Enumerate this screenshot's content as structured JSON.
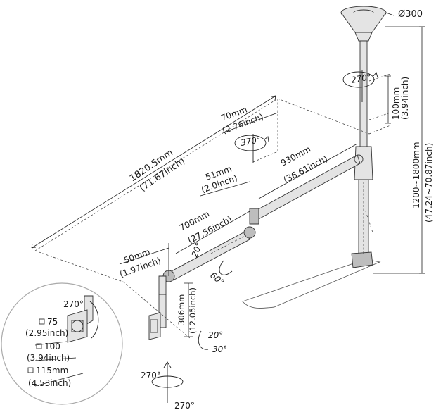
{
  "dimensions": {
    "base_diameter": "Ø300",
    "top_extension_mm": "100mm",
    "top_extension_inch": "(3.94inch)",
    "height_range_mm": "1200~1800mm",
    "height_range_inch": "(47.24~70.87inch)",
    "overall_length_mm": "1820.5mm",
    "overall_length_inch": "(71.67inch)",
    "offset_70_mm": "70mm",
    "offset_70_inch": "(2.76inch)",
    "offset_51_mm": "51mm",
    "offset_51_inch": "(2.0inch)",
    "arm_930_mm": "930mm",
    "arm_930_inch": "(36.61inch)",
    "arm_700_mm": "700mm",
    "arm_700_inch": "(27.56inch)",
    "offset_50_mm": "50mm",
    "offset_50_inch": "(1.97inch)",
    "drop_306_mm": "306mm",
    "drop_306_inch": "(12.05inch)"
  },
  "angles": {
    "top_rotation": "270°",
    "mid_rotation": "370°",
    "elbow_up": "20°",
    "elbow_down": "60°",
    "tilt_up": "20°",
    "tilt_down": "30°",
    "bottom_rotation": "270°",
    "bottom_swivel": "270°",
    "detail_rotation": "270°"
  },
  "vesa": {
    "size_75_mm": "75",
    "size_75_inch": "(2.95inch)",
    "size_100_mm": "100",
    "size_100_inch": "(3.94inch)",
    "size_115_mm": "115mm",
    "size_115_inch": "(4.53inch)"
  }
}
